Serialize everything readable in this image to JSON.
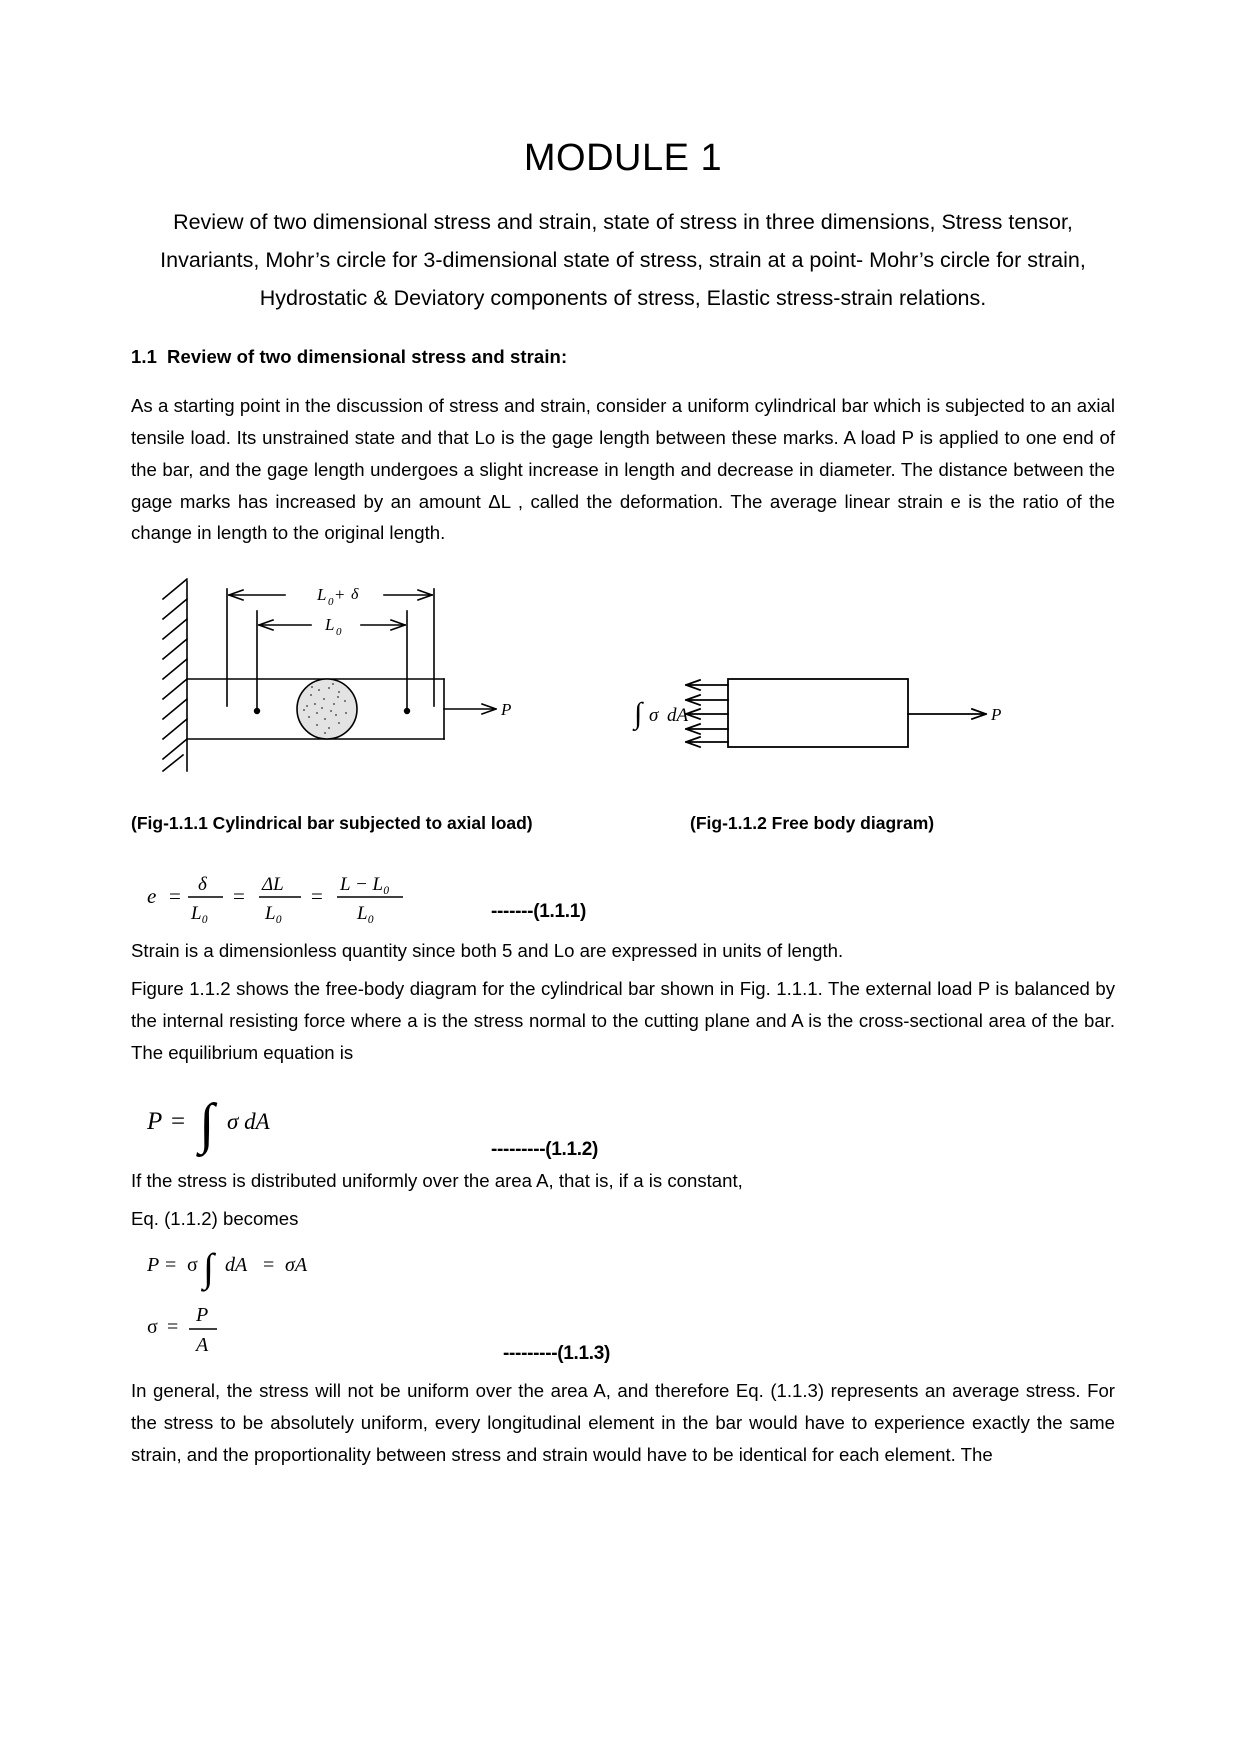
{
  "document": {
    "title": "MODULE 1",
    "subtitle": "Review of two dimensional stress and strain, state of stress in three dimensions, Stress tensor, Invariants, Mohr’s circle for 3-dimensional state of stress, strain at a point- Mohr’s circle for strain, Hydrostatic & Deviatory components of stress, Elastic stress-strain relations.",
    "section": {
      "number": "1.1",
      "title": "Review of two dimensional stress and strain:"
    },
    "paragraphs": {
      "intro": "As a starting point in the discussion of stress and strain, consider a uniform cylindrical bar which is subjected to an axial tensile load. Its unstrained state and that Lo is the gage length between these marks. A load P is applied to one end of the bar, and the gage length undergoes a slight increase in length and decrease in diameter. The distance between the gage marks has increased by an amount ΔL , called the deformation. The average linear strain e is the ratio of the change in length to the original length.",
      "after_eq1_line1": "Strain is a dimensionless quantity since both 5 and Lo are expressed in units of length.",
      "after_eq1_line2": "Figure 1.1.2 shows the free-body diagram for the cylindrical bar shown in Fig. 1.1.1. The external load P is balanced by the internal resisting force where a is the stress normal to the cutting plane and A is the cross-sectional area of the bar. The equilibrium equation is",
      "after_eq2_line1": "If the stress is distributed uniformly over the area A, that is, if a is constant,",
      "after_eq2_line2": "Eq. (1.1.2) becomes",
      "after_eq3": "In general, the stress will not be uniform over the area A, and therefore Eq. (1.1.3) represents an average stress. For the stress to be absolutely uniform, every longitudinal element in the bar would have to experience exactly the same strain, and the proportionality between stress and strain would have to be identical for each element. The"
    },
    "figures": [
      {
        "id": "fig-1-1-1",
        "caption": "(Fig-1.1.1 Cylindrical bar subjected to axial load)",
        "labels": {
          "outer_dim": "L₀ + δ",
          "inner_dim": "L₀",
          "load": "P"
        }
      },
      {
        "id": "fig-1-1-2",
        "caption": "(Fig-1.1.2 Free body diagram)",
        "labels": {
          "internal_force": "∫σ dA",
          "load": "P"
        }
      }
    ],
    "equations": [
      {
        "id": "1.1.1",
        "tag": "-------(1.1.1)",
        "expression": "e = δ/L₀ = ΔL/L₀ = (L − L₀)/L₀",
        "parts": {
          "lhs": "e",
          "eq": "=",
          "n1": "δ",
          "d1": "L₀",
          "n2": "ΔL",
          "d2": "L₀",
          "n3": "L − L₀",
          "d3": "L₀"
        }
      },
      {
        "id": "1.1.2",
        "tag": "---------(1.1.2)",
        "expression": "P = ∫ σ dA",
        "parts": {
          "lhs": "P",
          "eq": "=",
          "integrand": "σ dA"
        }
      },
      {
        "id": "1.1.3a",
        "tag": "",
        "expression": "P = σ ∫ dA = σA",
        "parts": {
          "lhs": "P",
          "eq": "=",
          "sigma": "σ",
          "integrand": "dA",
          "eq2": "=",
          "rhs": "σA"
        }
      },
      {
        "id": "1.1.3",
        "tag": "---------(1.1.3)",
        "expression": "σ = P/A",
        "parts": {
          "lhs": "σ",
          "eq": "=",
          "num": "P",
          "den": "A"
        }
      }
    ]
  }
}
